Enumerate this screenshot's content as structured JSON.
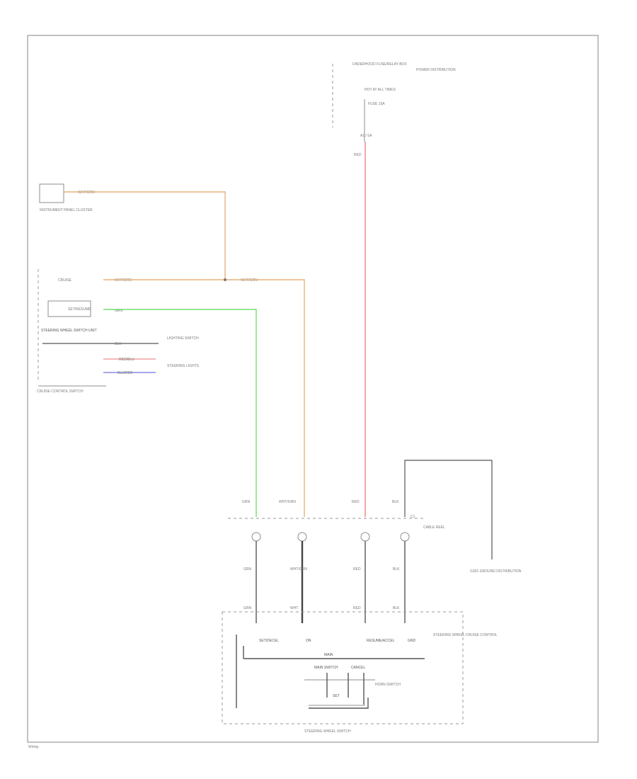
{
  "colors": {
    "orange": "#e8b27a",
    "green": "#73e06b",
    "red": "#f08080",
    "black": "#555555",
    "pink": "#f2a0a0",
    "blue": "#8a8ae6",
    "purple": "#b080c0"
  },
  "labels": {
    "fuse_block": "UNDERHOOD FUSE/RELAY BOX",
    "power_dist": "POWER DISTRIBUTION",
    "fuse_ref": "HOT AT ALL TIMES",
    "fuse_name": "FUSE 15A",
    "fuse_pin": "A1 / 5A",
    "red_wire_top": "RED",
    "inst_cluster": "INSTRUMENT PANEL CLUSTER",
    "inst_wire": "WHT/GRN",
    "sw_cruise_pin": "CRUISE",
    "sw_wire1": "WHT/GRN",
    "sw_wire1_right": "WHT/GRN",
    "sw_wire2": "GRN",
    "sw_set": "SET/RESUME",
    "sw_combo": "STEERING WHEEL SWITCH UNIT",
    "sw_wire3": "BLK",
    "sw_wire4": "RED/BLU",
    "sw_wire5": "BLU/RED",
    "sw_left_note": "LIGHTING SWITCH",
    "sw_hazard_note": "STEERING LIGHTS",
    "sw_footer": "CRUISE CONTROL SWITCH",
    "conn_wire_green": "GRN",
    "conn_wire_orange": "WHT/GRN",
    "conn_wire_red": "RED",
    "conn_wire_blk": "BLK",
    "cable_reel": "CABLE REEL",
    "conn_code": "C1",
    "ground_note": "G301 GROUND DISTRIBUTION",
    "lower_wire_1": "GRN",
    "lower_wire_2": "WHT/GRN",
    "lower_wire_3": "RED",
    "lower_wire_4": "BLK",
    "lower_pin_1": "GRN",
    "lower_pin_2": "WHT",
    "lower_pin_3": "RED",
    "lower_pin_4": "BLK",
    "ss_cancel": "SET/DECEL",
    "ss_on": "ON",
    "ss_resume": "RESUME/ACCEL",
    "ss_gnd": "GND",
    "ss_main": "MAIN",
    "ss_main_sw": "MAIN SWITCH",
    "ss_cancel_sw": "CANCEL",
    "ss_set_sw": "SET",
    "ss_horn": "HORN SWITCH",
    "ss_unit": "STEERING WHEEL CRUISE CONTROL",
    "ss_footer": "STEERING WHEEL SWITCH",
    "page_footer": "Wiring"
  }
}
